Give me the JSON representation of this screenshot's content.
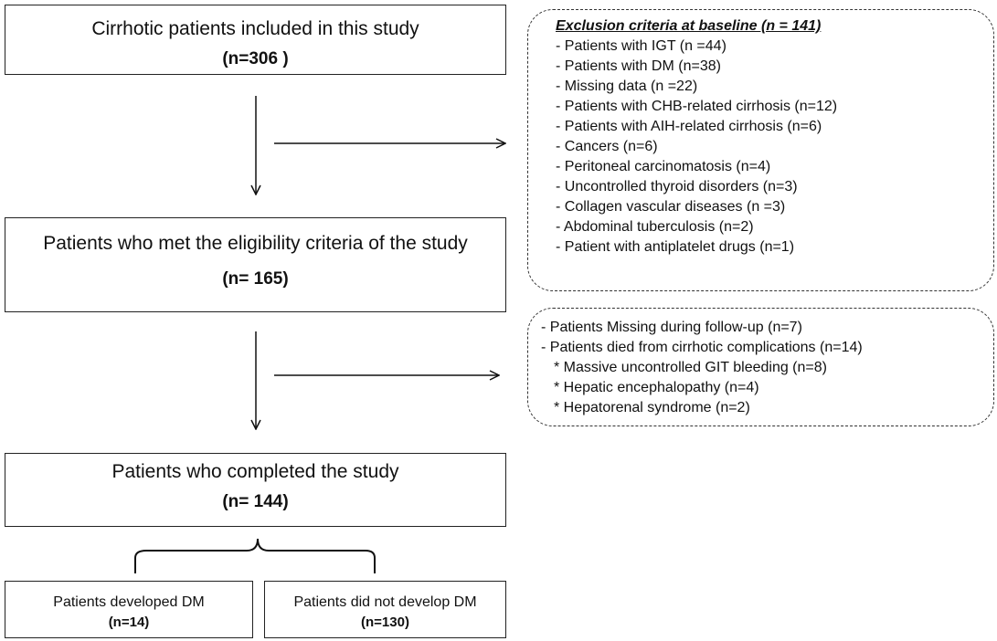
{
  "boxes": {
    "included": {
      "title": "Cirrhotic patients included in this study",
      "count": "(n=306 )"
    },
    "eligible": {
      "title": "Patients who met the eligibility  criteria of the study",
      "count": "(n= 165)"
    },
    "completed": {
      "title": "Patients who completed the study",
      "count": "(n= 144)"
    },
    "developed": {
      "title": "Patients developed DM",
      "count": "(n=14)"
    },
    "not_developed": {
      "title": "Patients did not develop DM",
      "count": "(n=130)"
    }
  },
  "exclusion_baseline": {
    "heading": "Exclusion criteria at baseline  (n = 141)",
    "items": [
      "- Patients with IGT (n =44)",
      "- Patients with DM (n=38)",
      "- Missing data (n =22)",
      "- Patients with CHB-related cirrhosis (n=12)",
      "- Patients with AIH-related cirrhosis (n=6)",
      "- Cancers (n=6)",
      "- Peritoneal carcinomatosis (n=4)",
      "- Uncontrolled thyroid disorders (n=3)",
      "- Collagen vascular diseases (n =3)",
      "- Abdominal  tuberculosis (n=2)",
      "- Patient with  antiplatelet drugs (n=1)"
    ]
  },
  "exclusion_followup": {
    "items": [
      "- Patients Missing during follow-up (n=7)",
      "- Patients died from cirrhotic complications (n=14)"
    ],
    "sub_items": [
      "* Massive uncontrolled GIT bleeding (n=8)",
      "* Hepatic encephalopathy (n=4)",
      "* Hepatorenal syndrome  (n=2)"
    ]
  }
}
